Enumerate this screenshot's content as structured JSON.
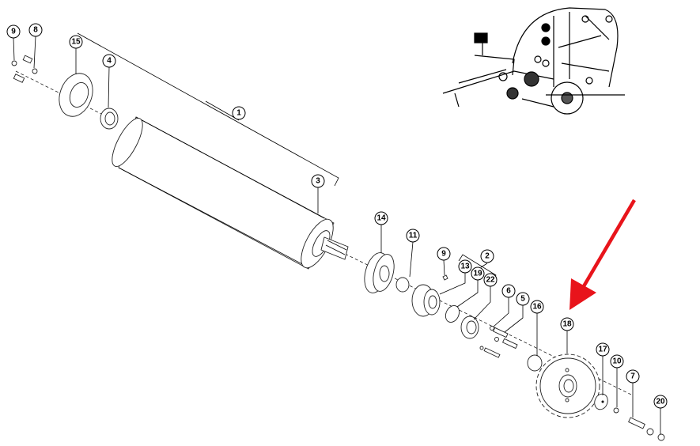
{
  "diagram": {
    "title": "Roller assembly exploded parts view",
    "callouts": {
      "c9a": "9",
      "c8": "8",
      "c15": "15",
      "c4": "4",
      "c1": "1",
      "c3": "3",
      "c14": "14",
      "c11": "11",
      "c9b": "9",
      "c2": "2",
      "c13": "13",
      "c19": "19",
      "c22": "22",
      "c6": "6",
      "c5": "5",
      "c16": "16",
      "c18": "18",
      "c17": "17",
      "c10": "10",
      "c7": "7",
      "c20": "20"
    },
    "highlight": {
      "target_part": "18",
      "arrow_color": "#e8141b"
    }
  }
}
